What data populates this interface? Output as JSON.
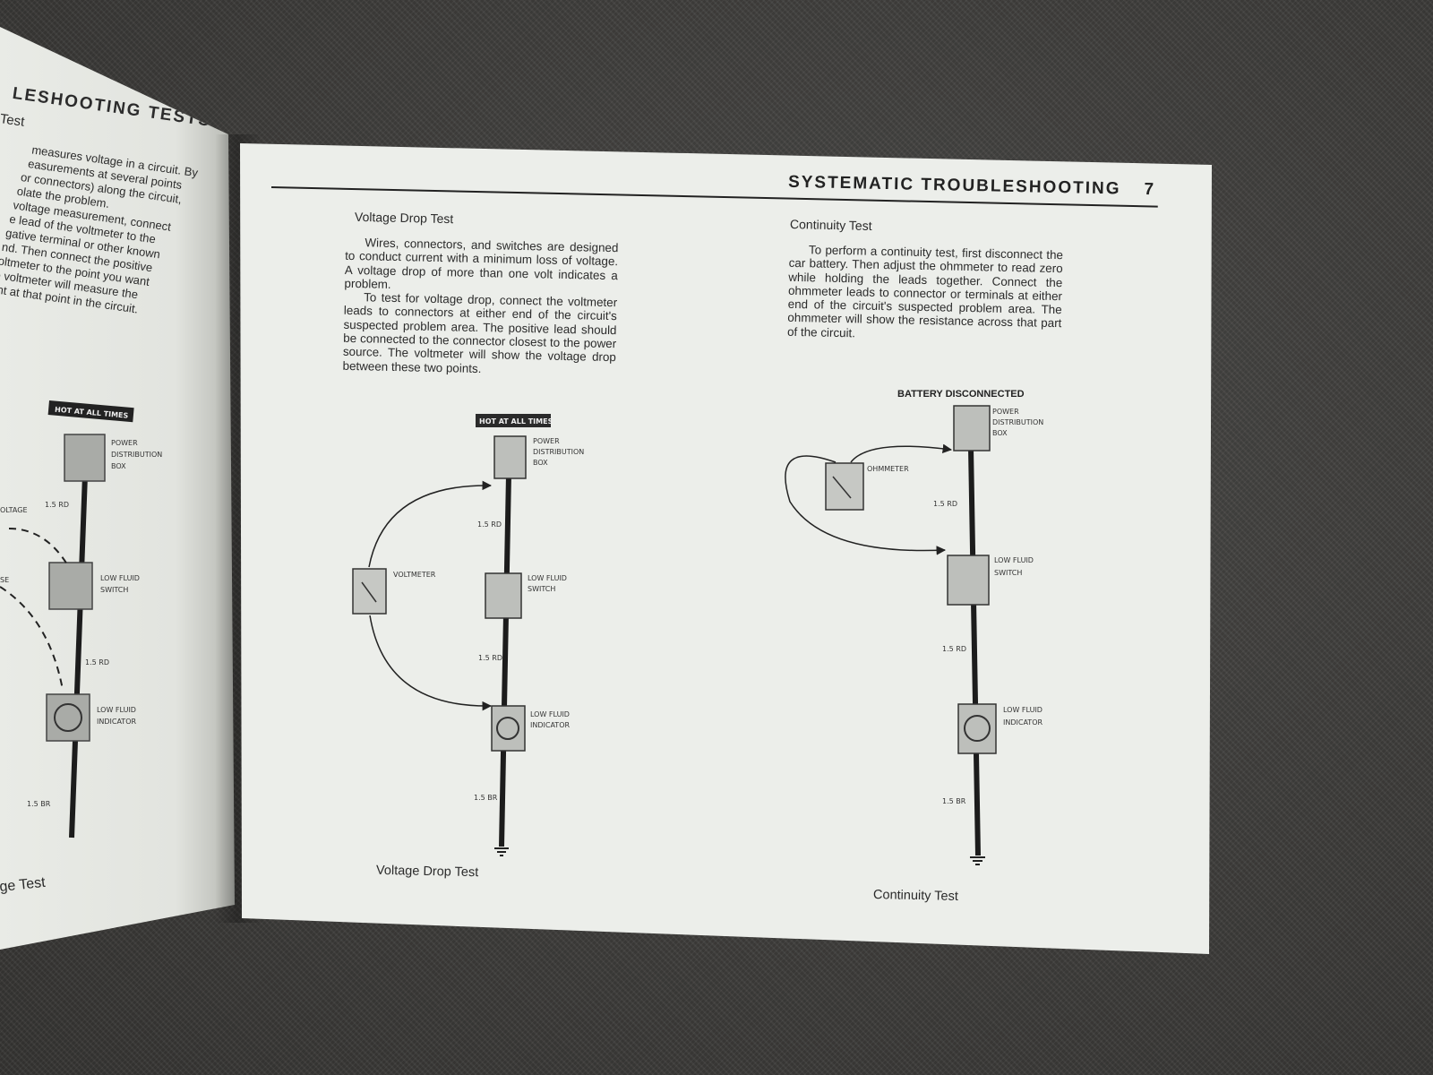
{
  "header": {
    "section_title": "SYSTEMATIC  TROUBLESHOOTING",
    "page_number": "7"
  },
  "left_page": {
    "heading_fragment": "LESHOOTING TESTS",
    "subheading_fragment": "Test",
    "text_lines": [
      "measures voltage in a circuit. By",
      "easurements at several points",
      "or connectors) along the circuit,",
      "olate the problem.",
      "voltage measurement, connect",
      "e lead of the voltmeter to the",
      "gative terminal or other known",
      "nd. Then connect the positive",
      "oltmeter to the point you want",
      "e voltmeter will measure the",
      "ent at that point in the circuit."
    ],
    "caption_fragment": "ge Test",
    "diagram_labels": {
      "hot": "HOT AT ALL TIMES",
      "power": [
        "POWER",
        "DISTRIBUTION",
        "BOX"
      ],
      "voltage": "OLTAGE",
      "wire1": "1.5 RD",
      "switch": [
        "LOW FLUID",
        "SWITCH"
      ],
      "wire2": "1.5 RD",
      "indicator": [
        "LOW FLUID",
        "INDICATOR"
      ],
      "wire3": "1.5 BR",
      "se": "SE"
    }
  },
  "voltage_drop": {
    "title": "Voltage Drop Test",
    "paragraph1": "Wires, connectors, and switches are designed to conduct current with a minimum loss of voltage. A voltage drop of more than one volt indicates a problem.",
    "paragraph2": "To test for voltage drop, connect the voltmeter leads to connectors at either end of the circuit's suspected problem area. The positive lead should be connected to the connector closest to the power source. The voltmeter will show the voltage drop between these two points.",
    "diagram": {
      "hot": "HOT AT ALL TIMES",
      "power": [
        "POWER",
        "DISTRIBUTION",
        "BOX"
      ],
      "wire1": "1.5 RD",
      "voltmeter": "VOLTMETER",
      "switch": [
        "LOW FLUID",
        "SWITCH"
      ],
      "wire2": "1.5 RD",
      "indicator": [
        "LOW FLUID",
        "INDICATOR"
      ],
      "wire3": "1.5 BR"
    },
    "caption": "Voltage Drop Test"
  },
  "continuity": {
    "title": "Continuity Test",
    "paragraph": "To perform a continuity test, first disconnect the car battery. Then adjust the ohmmeter to read zero while holding the leads together. Connect the ohmmeter leads to connector or terminals at either end of the circuit's suspected problem area. The ohmmeter will show the resistance across that part of the circuit.",
    "diagram": {
      "battery": "BATTERY DISCONNECTED",
      "power": [
        "POWER",
        "DISTRIBUTION",
        "BOX"
      ],
      "ohmmeter": "OHMMETER",
      "wire1": "1.5 RD",
      "switch": [
        "LOW FLUID",
        "SWITCH"
      ],
      "wire2": "1.5 RD",
      "indicator": [
        "LOW FLUID",
        "INDICATOR"
      ],
      "wire3": "1.5 BR"
    },
    "caption": "Continuity Test"
  },
  "colors": {
    "paper": "#eceeea",
    "ink": "#2b2b2b",
    "box": "#bdbfbb",
    "carpet": "#3f3e3c"
  }
}
